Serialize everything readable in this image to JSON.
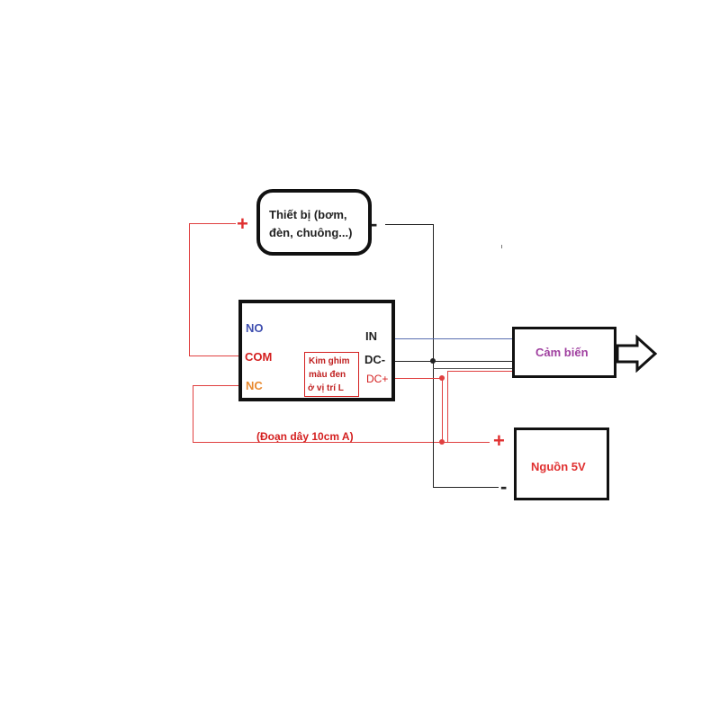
{
  "device": {
    "label_line1": "Thiết bị (bơm,",
    "label_line2": "đèn, chuông...)",
    "plus": "+",
    "minus": "-"
  },
  "relay": {
    "no": "NO",
    "com": "COM",
    "nc": "NC",
    "in": "IN",
    "dc_minus": "DC-",
    "dc_plus": "DC+",
    "note_line1": "Kim ghim",
    "note_line2": "màu đen",
    "note_line3": "ở vị trí L"
  },
  "sensor": {
    "label": "Cảm biến"
  },
  "power": {
    "label": "Nguồn 5V",
    "plus": "+",
    "minus": "-"
  },
  "wire_note": "(Đoạn dây 10cm A)",
  "colors": {
    "red_wire": "#e04040",
    "black_wire": "#222222",
    "blue_wire": "#5a6fb0",
    "no_text": "#4050b0",
    "com_text": "#d42020",
    "nc_text": "#e88a30",
    "sensor_text": "#a040a0",
    "power_text": "#e03030"
  }
}
